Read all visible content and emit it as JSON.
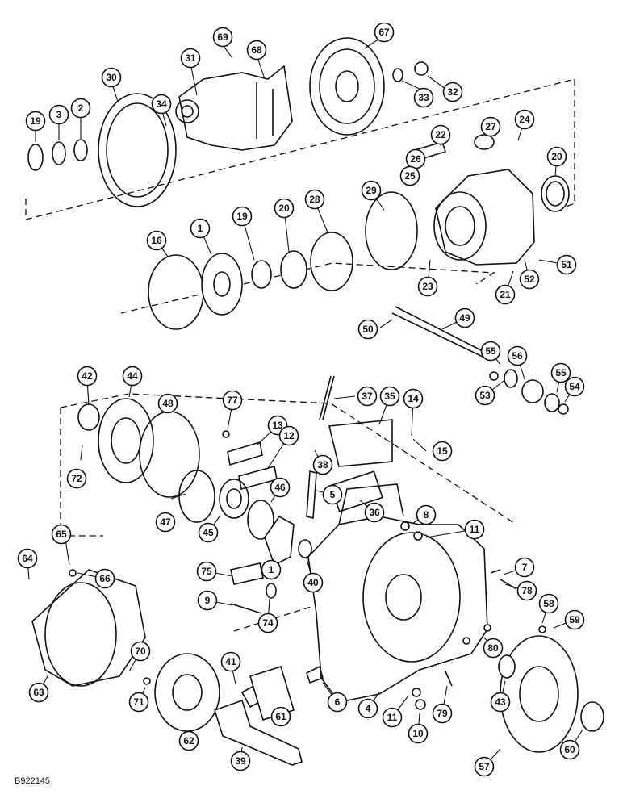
{
  "drawing_code": "B922145",
  "callouts": [
    {
      "label": "69"
    },
    {
      "label": "68"
    },
    {
      "label": "67"
    },
    {
      "label": "31"
    },
    {
      "label": "30"
    },
    {
      "label": "34"
    },
    {
      "label": "19"
    },
    {
      "label": "3"
    },
    {
      "label": "2"
    },
    {
      "label": "33"
    },
    {
      "label": "32"
    },
    {
      "label": "27"
    },
    {
      "label": "24"
    },
    {
      "label": "26"
    },
    {
      "label": "22"
    },
    {
      "label": "25"
    },
    {
      "label": "20"
    },
    {
      "label": "29"
    },
    {
      "label": "28"
    },
    {
      "label": "20"
    },
    {
      "label": "19"
    },
    {
      "label": "1"
    },
    {
      "label": "16"
    },
    {
      "label": "23"
    },
    {
      "label": "21"
    },
    {
      "label": "52"
    },
    {
      "label": "51"
    },
    {
      "label": "50"
    },
    {
      "label": "49"
    },
    {
      "label": "55"
    },
    {
      "label": "56"
    },
    {
      "label": "55"
    },
    {
      "label": "54"
    },
    {
      "label": "53"
    },
    {
      "label": "42"
    },
    {
      "label": "44"
    },
    {
      "label": "48"
    },
    {
      "label": "77"
    },
    {
      "label": "13"
    },
    {
      "label": "12"
    },
    {
      "label": "37"
    },
    {
      "label": "35"
    },
    {
      "label": "14"
    },
    {
      "label": "15"
    },
    {
      "label": "38"
    },
    {
      "label": "72"
    },
    {
      "label": "47"
    },
    {
      "label": "45"
    },
    {
      "label": "46"
    },
    {
      "label": "5"
    },
    {
      "label": "36"
    },
    {
      "label": "8"
    },
    {
      "label": "11"
    },
    {
      "label": "65"
    },
    {
      "label": "64"
    },
    {
      "label": "66"
    },
    {
      "label": "75"
    },
    {
      "label": "1"
    },
    {
      "label": "40"
    },
    {
      "label": "7"
    },
    {
      "label": "78"
    },
    {
      "label": "9"
    },
    {
      "label": "74"
    },
    {
      "label": "58"
    },
    {
      "label": "59"
    },
    {
      "label": "80"
    },
    {
      "label": "70"
    },
    {
      "label": "41"
    },
    {
      "label": "71"
    },
    {
      "label": "63"
    },
    {
      "label": "6"
    },
    {
      "label": "4"
    },
    {
      "label": "11"
    },
    {
      "label": "10"
    },
    {
      "label": "79"
    },
    {
      "label": "43"
    },
    {
      "label": "61"
    },
    {
      "label": "62"
    },
    {
      "label": "39"
    },
    {
      "label": "57"
    },
    {
      "label": "60"
    }
  ]
}
